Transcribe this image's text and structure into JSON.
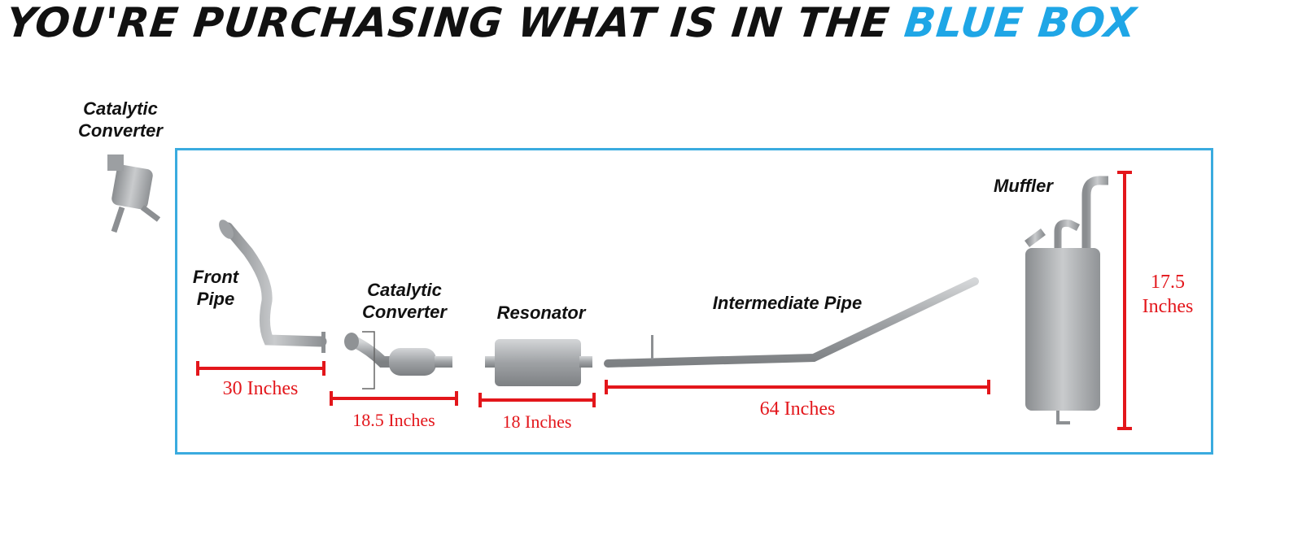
{
  "title": {
    "prefix": "YOU'RE PURCHASING WHAT IS IN THE",
    "highlight": "BLUE BOX"
  },
  "colors": {
    "accent_blue": "#1fa6e6",
    "box_border": "#3aabdf",
    "dimension_red": "#e3161b",
    "part_gray": "#a7a9ab"
  },
  "excluded_part": {
    "label_line1": "Catalytic",
    "label_line2": "Converter"
  },
  "parts": [
    {
      "label_line1": "Front",
      "label_line2": "Pipe",
      "dimension": "30 Inches"
    },
    {
      "label_line1": "Catalytic",
      "label_line2": "Converter",
      "dimension": "18.5 Inches"
    },
    {
      "label_line1": "Resonator",
      "dimension": "18 Inches"
    },
    {
      "label_line1": "Intermediate Pipe",
      "dimension": "64 Inches"
    },
    {
      "label_line1": "Muffler",
      "dimension_line1": "17.5",
      "dimension_line2": "Inches"
    }
  ]
}
